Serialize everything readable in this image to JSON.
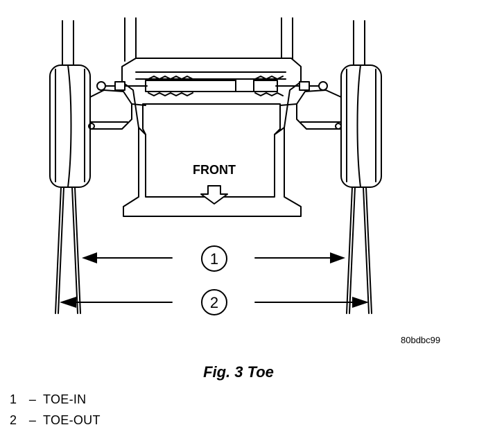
{
  "diagram": {
    "front_label": "FRONT",
    "callouts": [
      "1",
      "2"
    ],
    "reference_code": "80bdbc99"
  },
  "caption": "Fig. 3 Toe",
  "legend": [
    {
      "number": "1",
      "dash": "–",
      "text": "TOE-IN"
    },
    {
      "number": "2",
      "dash": "–",
      "text": "TOE-OUT"
    }
  ]
}
